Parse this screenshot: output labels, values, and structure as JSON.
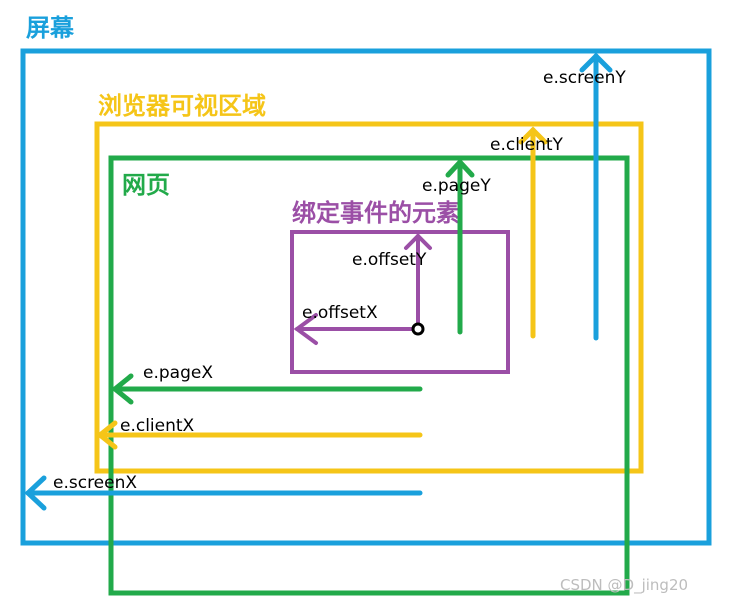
{
  "colors": {
    "screen": "#1aa0dc",
    "browser": "#f5c518",
    "page": "#22aa4a",
    "element": "#9b4fa6",
    "text": "#000000",
    "watermark": "#bdbdbd"
  },
  "labels": {
    "screen": "屏幕",
    "browser": "浏览器可视区域",
    "page": "网页",
    "element": "绑定事件的元素"
  },
  "arrows": {
    "screenY": "e.screenY",
    "clientY": "e.clientY",
    "pageY": "e.pageY",
    "offsetY": "e.offsetY",
    "offsetX": "e.offsetX",
    "pageX": "e.pageX",
    "clientX": "e.clientX",
    "screenX": "e.screenX"
  },
  "watermark": "CSDN @D_jing20"
}
